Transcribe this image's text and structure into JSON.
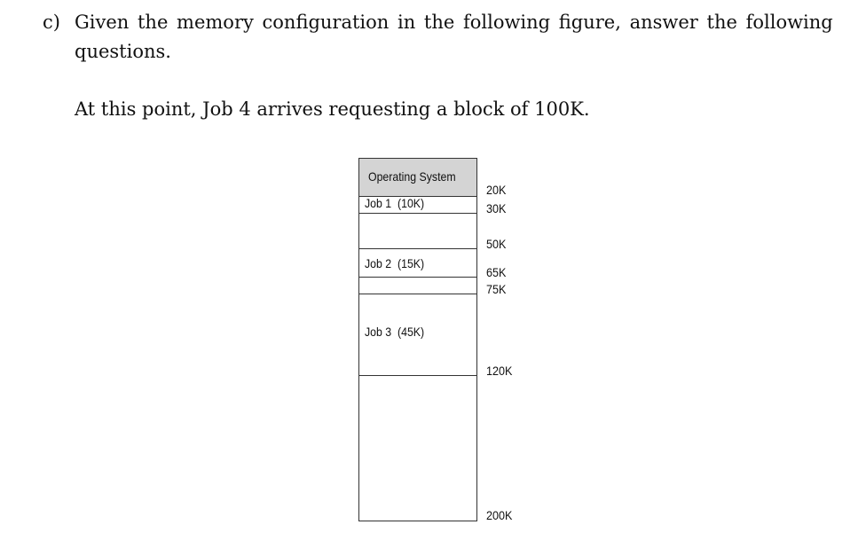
{
  "question": {
    "label": "c)",
    "line1": "Given the memory configuration in the following figure, answer the following",
    "line2": "questions.",
    "context": "At this point, Job 4 arrives requesting a block of 100K."
  },
  "figure": {
    "blocks": [
      {
        "label": "Operating System",
        "color": "#d4d4d4"
      },
      {
        "label": "Job 1  (10K)"
      },
      {
        "label": ""
      },
      {
        "label": "Job 2  (15K)"
      },
      {
        "label": ""
      },
      {
        "label": "Job 3  (45K)"
      },
      {
        "label": ""
      }
    ],
    "addresses": [
      "20K",
      "30K",
      "50K",
      "65K",
      "75K",
      "120K",
      "200K"
    ]
  }
}
